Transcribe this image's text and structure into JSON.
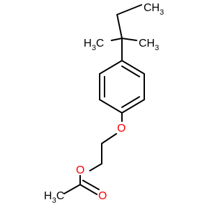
{
  "molecule": {
    "labels": {
      "ch3_top_right": {
        "main": "CH",
        "sub": "3"
      },
      "ch3_left": {
        "main": "H",
        "sub": "3",
        "tail": "C"
      },
      "ch3_right": {
        "main": "CH",
        "sub": "3"
      },
      "ether_oxygen": "O",
      "ester_oxygen": "O",
      "carbonyl_oxygen": "O",
      "ch3_bottom_left": {
        "main": "H",
        "sub": "3",
        "tail": "C"
      }
    },
    "colors": {
      "bond": "#000000",
      "carbon_label": "#000000",
      "heteroatom": "#ff0000",
      "background": "#ffffff"
    }
  }
}
